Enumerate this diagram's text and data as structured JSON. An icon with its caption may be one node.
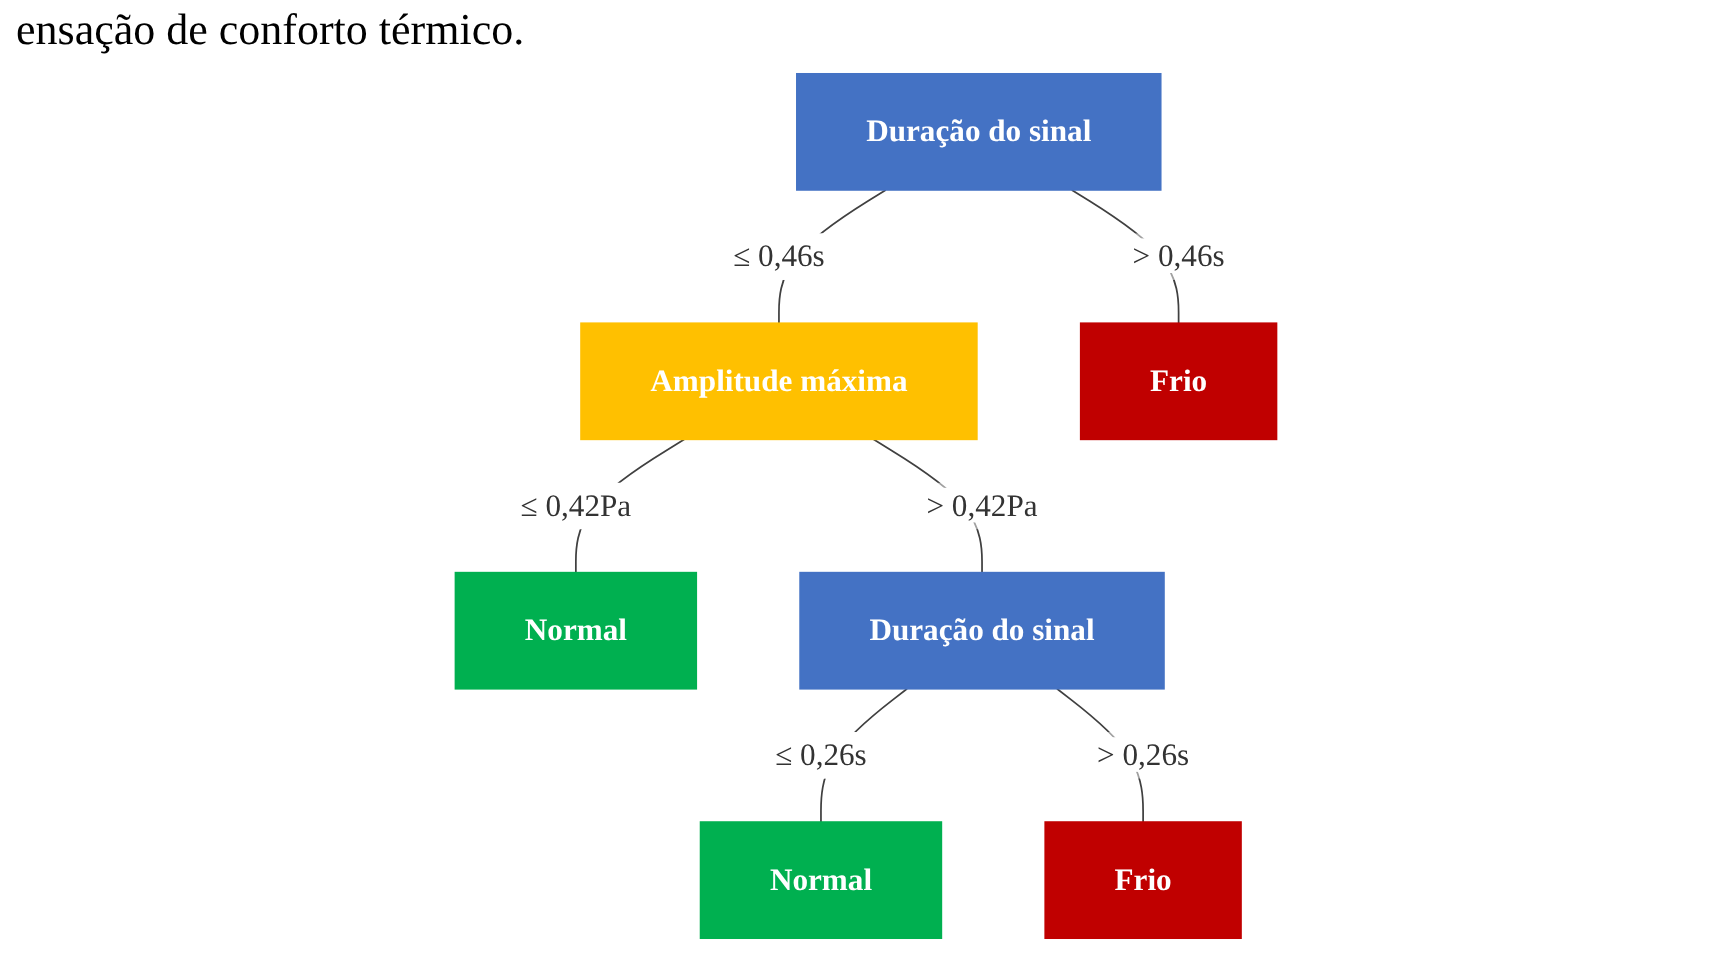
{
  "diagram": {
    "nodes": [
      {
        "text": [
          "Duração do sinal"
        ]
      },
      {
        "text": [
          "Amplitude máxima"
        ]
      },
      {
        "text": [
          "Frio"
        ]
      },
      {
        "text": [
          "Normal"
        ]
      },
      {
        "text": [
          "Duração do sinal"
        ]
      },
      {
        "text": [
          "Normal"
        ]
      },
      {
        "text": [
          "Frio"
        ]
      }
    ],
    "edges": [
      {
        "from": 0,
        "to": 1,
        "arrow": "none",
        "label": "≤ 0,46s"
      },
      {
        "from": 0,
        "to": 2,
        "arrow": "none",
        "label": "> 0,46s"
      },
      {
        "from": 1,
        "to": 3,
        "arrow": "none",
        "label": "≤ 0,42Pa"
      },
      {
        "from": 1,
        "to": 4,
        "arrow": "none",
        "label": "> 0,42Pa"
      },
      {
        "from": 4,
        "to": 5,
        "arrow": "none",
        "label": "≤ 0,26s"
      },
      {
        "from": 4,
        "to": 6,
        "arrow": "none",
        "label": "> 0,26s"
      }
    ],
    "labels": [
      "ensação de conforto térmico."
    ]
  }
}
